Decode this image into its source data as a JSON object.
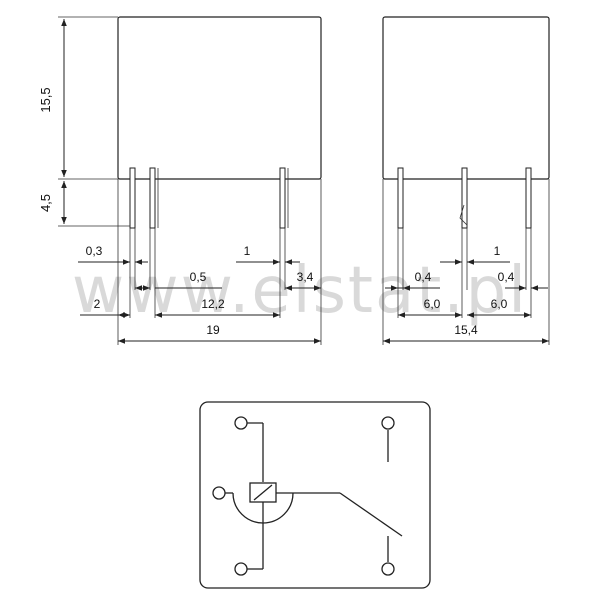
{
  "watermark": "www.elstat.pl",
  "side_view": {
    "dim_height_body": "15,5",
    "dim_height_pin": "4,5",
    "dim_pin_width": "0,3",
    "dim_pin_gap": "0,5",
    "dim_pin_pitch_small": "1",
    "dim_edge_offset": "3,4",
    "dim_left_offset": "2",
    "dim_pin_spacing": "12,2",
    "dim_total_length": "19"
  },
  "end_view": {
    "dim_pin_width_left": "0,4",
    "dim_pin_pitch": "1",
    "dim_pin_width_right": "0,4",
    "dim_half_left": "6,0",
    "dim_half_right": "6,0",
    "dim_total_width": "15,4"
  },
  "schematic": {
    "terminals": 5,
    "components": [
      "relay-coil",
      "switch-contact"
    ]
  }
}
